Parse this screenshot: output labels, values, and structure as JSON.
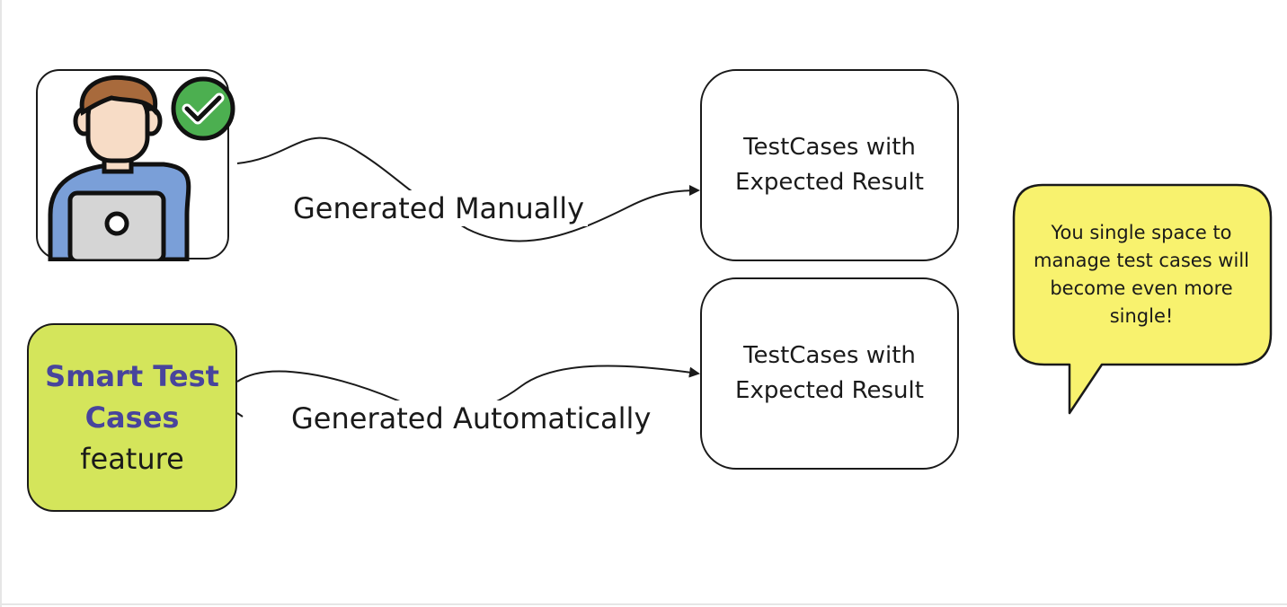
{
  "colors": {
    "smart_card_fill": "#d4e55b",
    "smart_title": "#48449c",
    "bubble_fill": "#f8f26e",
    "check_green": "#4caf50",
    "shirt_blue": "#7a9fd8"
  },
  "icons": {
    "person": "developer-at-laptop-icon",
    "check": "checkmark-badge-icon"
  },
  "smart_card": {
    "title_line1": "Smart Test",
    "title_line2": "Cases",
    "subtitle": "feature"
  },
  "edges": {
    "manual_label": "Generated Manually",
    "auto_label": "Generated Automatically"
  },
  "results": {
    "manual": {
      "line1": "TestCases with",
      "line2": "Expected Result"
    },
    "auto": {
      "line1": "TestCases with",
      "line2": "Expected Result"
    }
  },
  "callout": {
    "line1": "You single space to",
    "line2": "manage test cases will",
    "line3": "become even more",
    "line4": "single!"
  }
}
